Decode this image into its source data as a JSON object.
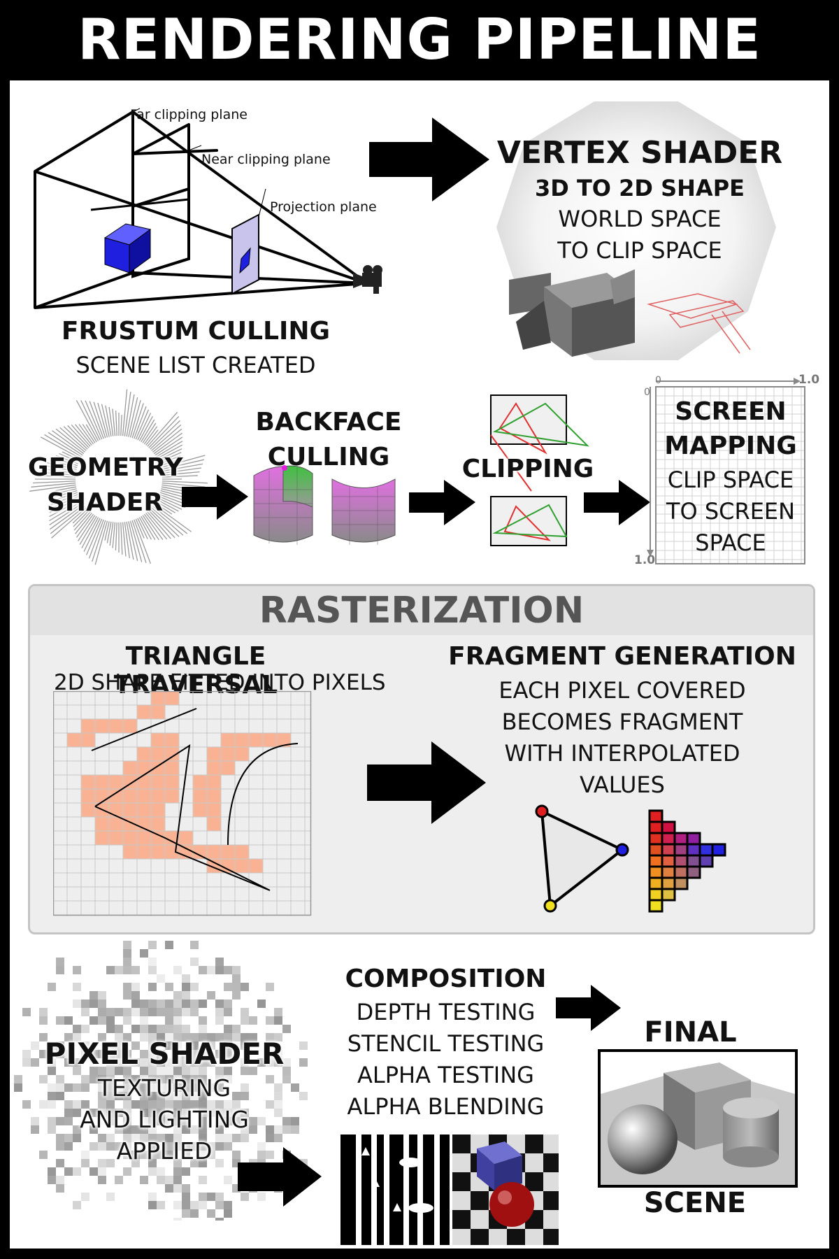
{
  "title": "RENDERING PIPELINE",
  "frustum": {
    "far_plane": "Far clipping plane",
    "near_plane": "Near clipping plane",
    "projection_plane": "Projection plane",
    "heading": "FRUSTUM CULLING",
    "sub": "SCENE LIST CREATED"
  },
  "vertex": {
    "heading": "VERTEX SHADER",
    "line1": "3D TO 2D SHAPE",
    "line2": "WORLD SPACE",
    "line3": "TO CLIP SPACE"
  },
  "geometry": {
    "line1": "GEOMETRY",
    "line2": "SHADER"
  },
  "backface": {
    "line1": "BACKFACE",
    "line2": "CULLING"
  },
  "clipping": {
    "heading": "CLIPPING"
  },
  "screen": {
    "line1": "SCREEN",
    "line2": "MAPPING",
    "line3": "CLIP SPACE",
    "line4": "TO SCREEN",
    "line5": "SPACE",
    "axis_origin": "0",
    "axis_origin_y": "0",
    "axis_x_max": "1.0",
    "axis_y_max": "1.0"
  },
  "rasterization": {
    "heading": "RASTERIZATION",
    "traversal": {
      "heading": "TRIANGLE TRAVERSAL",
      "sub": "2D SHAPE FITTED INTO PIXELS"
    },
    "fragment": {
      "heading": "FRAGMENT GENERATION",
      "line1": "EACH PIXEL COVERED",
      "line2": "BECOMES FRAGMENT",
      "line3": "WITH INTERPOLATED",
      "line4": "VALUES"
    }
  },
  "pixel": {
    "heading": "PIXEL SHADER",
    "line1": "TEXTURING",
    "line2": "AND LIGHTING",
    "line3": "APPLIED"
  },
  "composition": {
    "heading": "COMPOSITION",
    "line1": "DEPTH TESTING",
    "line2": "STENCIL TESTING",
    "line3": "ALPHA TESTING",
    "line4": "ALPHA BLENDING"
  },
  "final": {
    "line1": "FINAL",
    "line2": "SCENE"
  },
  "colors": {
    "frame": "#000000",
    "panel": "#ffffff",
    "raster_fill": "#f9b394",
    "cube_blue": "#1f1fe0",
    "backface_magenta": "#c040c0",
    "backface_green": "#40b040",
    "clip_red": "#e03030",
    "clip_green": "#30a030"
  }
}
